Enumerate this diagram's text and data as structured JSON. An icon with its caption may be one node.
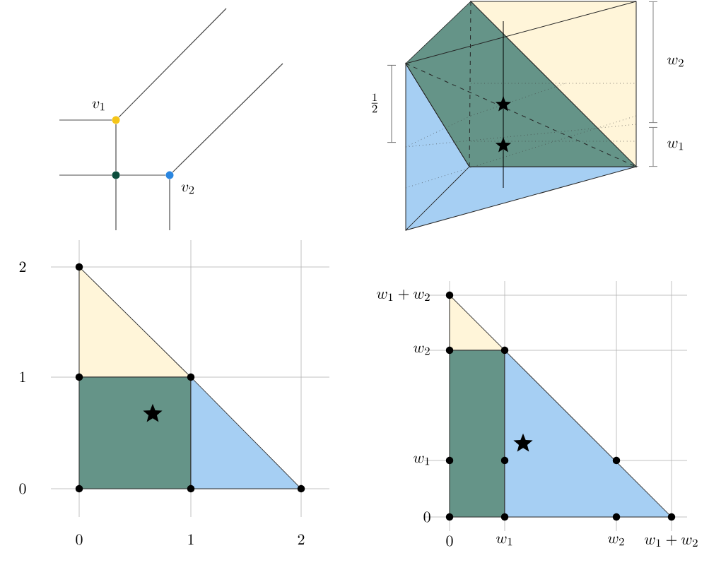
{
  "diagram": {
    "nodes": [
      {
        "text": [],
        "shape": "circle",
        "beside": [
          "v_1"
        ]
      },
      {
        "text": [],
        "shape": "circle"
      },
      {
        "text": [],
        "shape": "circle",
        "beside": [
          "v_2"
        ]
      }
    ],
    "edges": [
      {
        "from": 0,
        "to": 1,
        "arrow": "none"
      },
      {
        "from": 1,
        "to": 2,
        "arrow": "none"
      },
      {
        "from": 0,
        "to": null,
        "arrow": "none"
      },
      {
        "from": 0,
        "to": null,
        "arrow": "none"
      },
      {
        "from": 1,
        "to": null,
        "arrow": "none"
      },
      {
        "from": 1,
        "to": null,
        "arrow": "none"
      },
      {
        "from": 2,
        "to": null,
        "arrow": "none"
      },
      {
        "from": 2,
        "to": null,
        "arrow": "none"
      }
    ],
    "labels": [
      "w_2",
      "\\frac{1}{2}",
      "w_1",
      "2",
      "1",
      "0",
      "0",
      "1",
      "2",
      "w_1 + w_2",
      "w_2",
      "w_1",
      "0",
      "0",
      "w_1",
      "w_2",
      "w_1 + w_2"
    ]
  }
}
